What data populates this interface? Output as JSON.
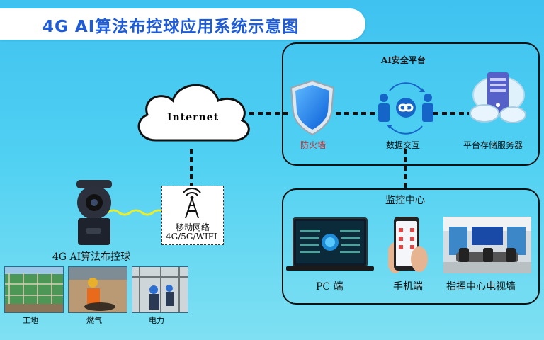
{
  "title": "4G AI算法布控球应用系统示意图",
  "ai_platform": {
    "title": "AI安全平台",
    "firewall_label": "防火墙",
    "exchange_label": "数据交互",
    "server_label": "平台存储服务器"
  },
  "internet_label": "Internet",
  "network": {
    "line1": "移动网络",
    "line2": "4G/5G/WIFI"
  },
  "camera_label": "4G AI算法布控球",
  "scenes": [
    {
      "label": "工地"
    },
    {
      "label": "燃气"
    },
    {
      "label": "电力"
    }
  ],
  "monitor_center": {
    "title": "监控中心",
    "pc_label": "PC 端",
    "mobile_label": "手机端",
    "wall_label": "指挥中心电视墙"
  },
  "colors": {
    "title": "#1e5bd8",
    "firewall_label": "#d42a2a",
    "background": "#4fd0f2"
  }
}
